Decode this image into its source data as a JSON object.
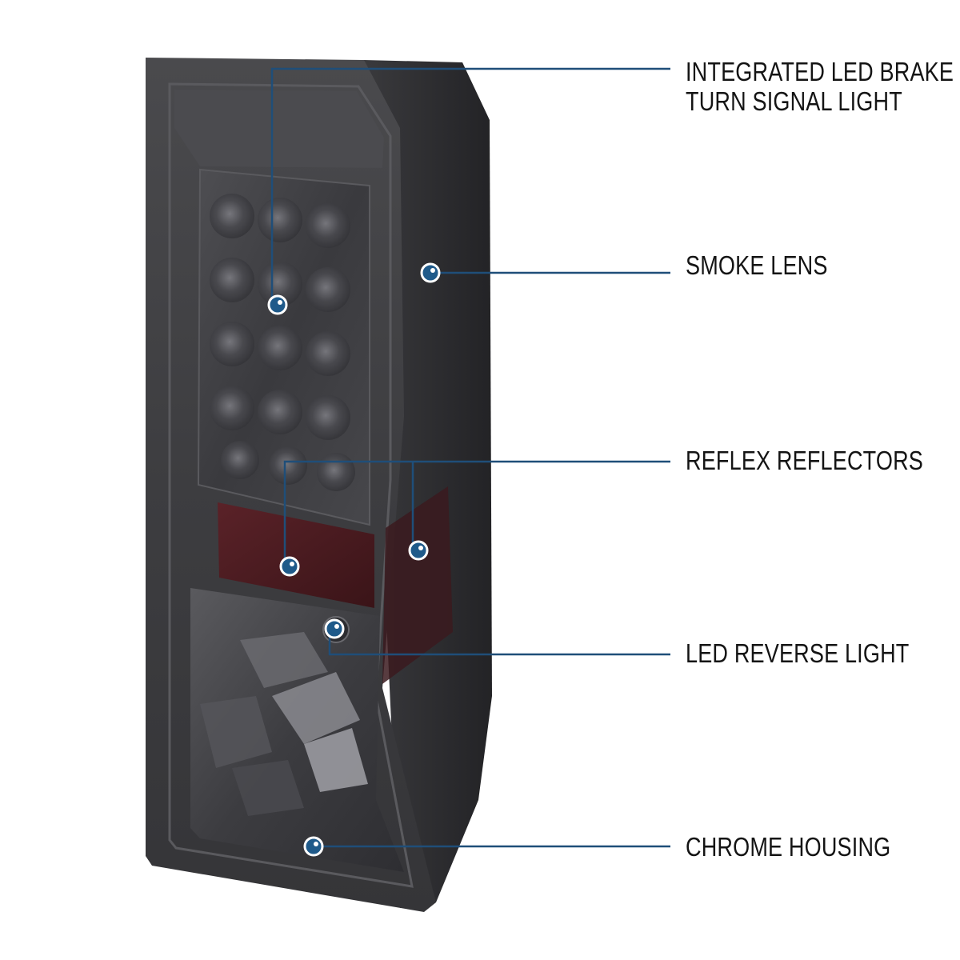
{
  "callouts": [
    {
      "id": "led-brake-turn",
      "lines": [
        "INTEGRATED LED BRAKE &",
        "TURN SIGNAL LIGHT"
      ]
    },
    {
      "id": "smoke-lens",
      "lines": [
        "SMOKE LENS"
      ]
    },
    {
      "id": "reflex-reflectors",
      "lines": [
        "REFLEX REFLECTORS"
      ]
    },
    {
      "id": "led-reverse",
      "lines": [
        "LED REVERSE LIGHT"
      ]
    },
    {
      "id": "chrome-housing",
      "lines": [
        "CHROME HOUSING"
      ]
    }
  ],
  "colors": {
    "leader_line": "#1f4e79",
    "marker_fill": "#1f5a8a",
    "label_text": "#141414",
    "lens_smoke": "#3a3a3c",
    "reflector_red": "#4a1a20"
  }
}
